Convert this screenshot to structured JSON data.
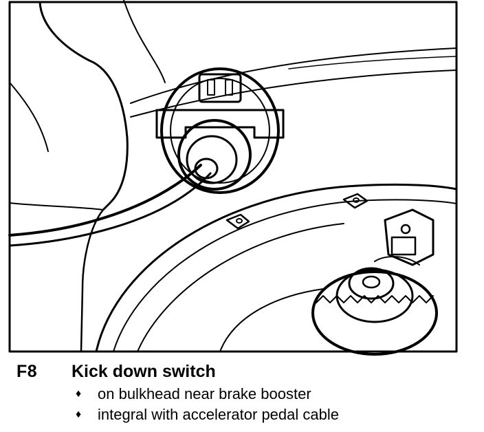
{
  "caption": {
    "code": "F8",
    "title": "Kick down switch",
    "bullets": [
      {
        "icon": "diamond-bullet",
        "glyph": "♦",
        "text": "on bulkhead near brake booster"
      },
      {
        "icon": "diamond-bullet",
        "glyph": "♦",
        "text": "integral with accelerator pedal cable"
      }
    ]
  },
  "figure": {
    "kind": "line-art-illustration",
    "depicts": [
      "kick-down-switch",
      "connector",
      "cable",
      "brake-booster",
      "reservoir-cap",
      "bulkhead"
    ]
  }
}
